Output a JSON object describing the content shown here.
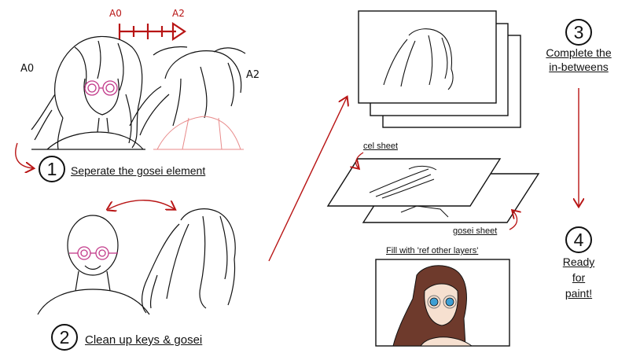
{
  "steps": [
    {
      "num": "1",
      "label": "Seperate the gosei element"
    },
    {
      "num": "2",
      "label": "Clean up keys & gosei"
    },
    {
      "num": "3",
      "label_lines": [
        "Complete the",
        "in-betweens"
      ]
    },
    {
      "num": "4",
      "label_lines": [
        "Ready",
        "for",
        "paint!"
      ]
    }
  ],
  "key_labels": {
    "a0": "A0",
    "a2": "A2",
    "timing_start": "A0",
    "timing_end": "A2"
  },
  "layer_labels": {
    "cel": "cel sheet",
    "gosei": "gosei sheet"
  },
  "fill_caption": "Fill with 'ref other layers'",
  "colors": {
    "ink": "#111111",
    "accent": "#b81414",
    "skin": "#f6e0d0",
    "hair": "#6e3a2c",
    "eyes": "#3d9fd4"
  }
}
